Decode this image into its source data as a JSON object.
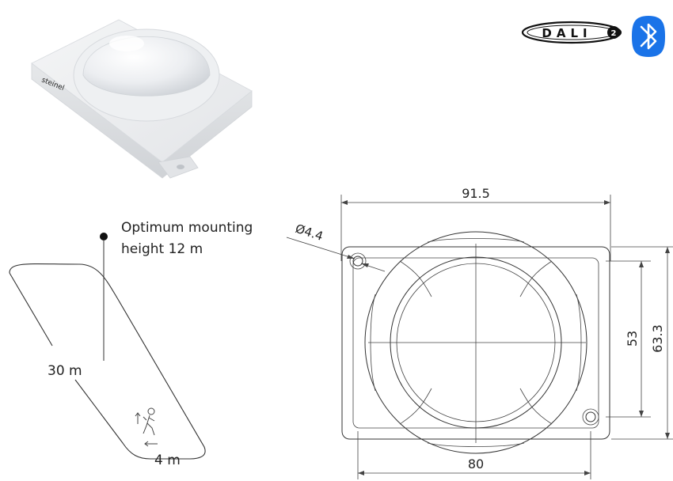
{
  "product": {
    "brand": "steinel"
  },
  "logos": {
    "dali": "DALI",
    "dali_version": "2",
    "bluetooth": "bluetooth-icon",
    "bluetooth_color": "#1a73e8"
  },
  "mounting": {
    "line1": "Optimum mounting",
    "line2": "height 12 m",
    "range": "30 m",
    "width": "4 m"
  },
  "dimensions": {
    "hole_diameter": "Ø4.4",
    "overall_width": "91.5",
    "hole_spacing_x": "80",
    "hole_spacing_y": "53",
    "overall_height": "63.3"
  }
}
